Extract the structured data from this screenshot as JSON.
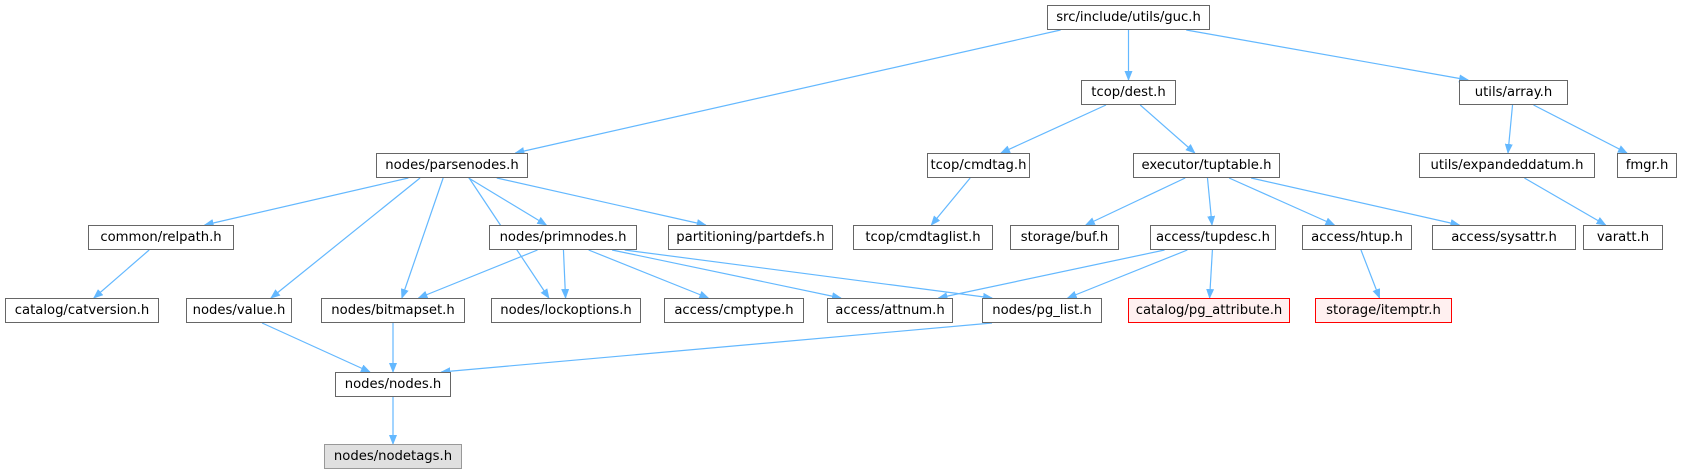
{
  "title": "src/include/utils/guc.h",
  "colors": {
    "edge": "#63b8ff",
    "root_fill": "#999999",
    "missing_border": "#ff0000",
    "missing_fill": "#fff0f0",
    "gray_fill": "#e0e0e0"
  },
  "nodes": [
    {
      "id": "guc",
      "label": "src/include/utils/guc.h",
      "kind": "root"
    },
    {
      "id": "parsenodes",
      "label": "nodes/parsenodes.h",
      "kind": "normal"
    },
    {
      "id": "dest",
      "label": "tcop/dest.h",
      "kind": "normal"
    },
    {
      "id": "array",
      "label": "utils/array.h",
      "kind": "normal"
    },
    {
      "id": "cmdtag",
      "label": "tcop/cmdtag.h",
      "kind": "normal"
    },
    {
      "id": "tuptable",
      "label": "executor/tuptable.h",
      "kind": "normal"
    },
    {
      "id": "expandeddatum",
      "label": "utils/expandeddatum.h",
      "kind": "normal"
    },
    {
      "id": "fmgr",
      "label": "fmgr.h",
      "kind": "normal"
    },
    {
      "id": "relpath",
      "label": "common/relpath.h",
      "kind": "normal"
    },
    {
      "id": "primnodes",
      "label": "nodes/primnodes.h",
      "kind": "normal"
    },
    {
      "id": "partdefs",
      "label": "partitioning/partdefs.h",
      "kind": "normal"
    },
    {
      "id": "cmdtaglist",
      "label": "tcop/cmdtaglist.h",
      "kind": "normal"
    },
    {
      "id": "buf",
      "label": "storage/buf.h",
      "kind": "normal"
    },
    {
      "id": "tupdesc",
      "label": "access/tupdesc.h",
      "kind": "normal"
    },
    {
      "id": "htup",
      "label": "access/htup.h",
      "kind": "normal"
    },
    {
      "id": "sysattr",
      "label": "access/sysattr.h",
      "kind": "normal"
    },
    {
      "id": "varatt",
      "label": "varatt.h",
      "kind": "normal"
    },
    {
      "id": "catversion",
      "label": "catalog/catversion.h",
      "kind": "normal"
    },
    {
      "id": "value",
      "label": "nodes/value.h",
      "kind": "normal"
    },
    {
      "id": "bitmapset",
      "label": "nodes/bitmapset.h",
      "kind": "normal"
    },
    {
      "id": "lockoptions",
      "label": "nodes/lockoptions.h",
      "kind": "normal"
    },
    {
      "id": "cmptype",
      "label": "access/cmptype.h",
      "kind": "normal"
    },
    {
      "id": "attnum",
      "label": "access/attnum.h",
      "kind": "normal"
    },
    {
      "id": "pg_list",
      "label": "nodes/pg_list.h",
      "kind": "normal"
    },
    {
      "id": "pg_attribute",
      "label": "catalog/pg_attribute.h",
      "kind": "missing"
    },
    {
      "id": "itemptr",
      "label": "storage/itemptr.h",
      "kind": "missing"
    },
    {
      "id": "nodes",
      "label": "nodes/nodes.h",
      "kind": "normal"
    },
    {
      "id": "nodetags",
      "label": "nodes/nodetags.h",
      "kind": "gray"
    }
  ],
  "edges": [
    [
      "guc",
      "parsenodes"
    ],
    [
      "guc",
      "dest"
    ],
    [
      "guc",
      "array"
    ],
    [
      "dest",
      "cmdtag"
    ],
    [
      "dest",
      "tuptable"
    ],
    [
      "array",
      "expandeddatum"
    ],
    [
      "array",
      "fmgr"
    ],
    [
      "parsenodes",
      "relpath"
    ],
    [
      "parsenodes",
      "primnodes"
    ],
    [
      "parsenodes",
      "partdefs"
    ],
    [
      "parsenodes",
      "value"
    ],
    [
      "parsenodes",
      "bitmapset"
    ],
    [
      "parsenodes",
      "lockoptions"
    ],
    [
      "cmdtag",
      "cmdtaglist"
    ],
    [
      "tuptable",
      "buf"
    ],
    [
      "tuptable",
      "tupdesc"
    ],
    [
      "tuptable",
      "htup"
    ],
    [
      "tuptable",
      "sysattr"
    ],
    [
      "expandeddatum",
      "varatt"
    ],
    [
      "relpath",
      "catversion"
    ],
    [
      "primnodes",
      "bitmapset"
    ],
    [
      "primnodes",
      "lockoptions"
    ],
    [
      "primnodes",
      "cmptype"
    ],
    [
      "primnodes",
      "attnum"
    ],
    [
      "primnodes",
      "pg_list"
    ],
    [
      "tupdesc",
      "attnum"
    ],
    [
      "tupdesc",
      "pg_list"
    ],
    [
      "tupdesc",
      "pg_attribute"
    ],
    [
      "htup",
      "itemptr"
    ],
    [
      "value",
      "nodes"
    ],
    [
      "bitmapset",
      "nodes"
    ],
    [
      "pg_list",
      "nodes"
    ],
    [
      "nodes",
      "nodetags"
    ]
  ]
}
